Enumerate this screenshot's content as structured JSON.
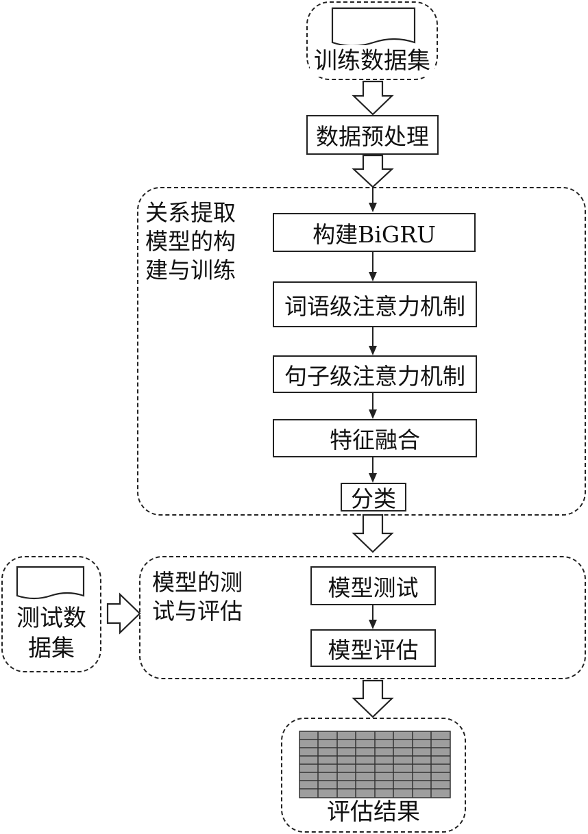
{
  "inputs": {
    "train_dataset": "训练数据集",
    "test_dataset_line1": "测试数",
    "test_dataset_line2": "据集"
  },
  "steps": {
    "preprocess": "数据预处理",
    "build_bigru": "构建BiGRU",
    "word_attention": "词语级注意力机制",
    "sentence_attention": "句子级注意力机制",
    "feature_fusion": "特征融合",
    "classify": "分类",
    "model_test": "模型测试",
    "model_eval": "模型评估"
  },
  "groups": {
    "build_train": {
      "line1": "关系提取",
      "line2": "模型的构",
      "line3": "建与训练"
    },
    "test_eval": {
      "line1": "模型的测",
      "line2": "试与评估"
    }
  },
  "output": {
    "label": "评估结果"
  },
  "colors": {
    "stroke": "#222222",
    "grid_fill": "#9e9e9e"
  },
  "icons": [
    "document-icon",
    "table-grid-icon",
    "hollow-arrow-icon",
    "arrow-down-icon"
  ]
}
